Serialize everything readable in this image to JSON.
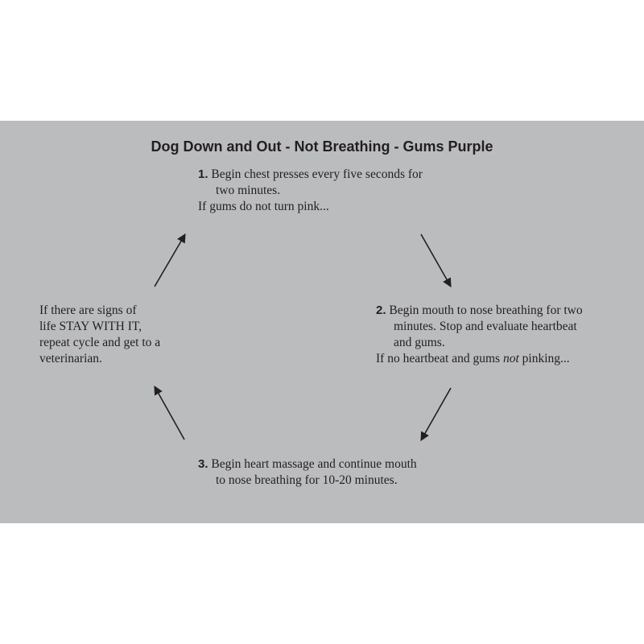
{
  "title": "Dog Down and Out - Not Breathing - Gums Purple",
  "steps": [
    {
      "number": "1.",
      "line1": "Begin chest presses every five seconds for",
      "line2": "two minutes.",
      "condition": "If gums do not turn pink..."
    },
    {
      "number": "2.",
      "line1": "Begin mouth to nose breathing for two",
      "line2": "minutes. Stop and evaluate heartbeat",
      "line3": "and gums.",
      "condition_pre": "If no heartbeat and gums ",
      "condition_emph": "not",
      "condition_post": " pinking..."
    },
    {
      "number": "3.",
      "line1": "Begin heart massage and continue mouth",
      "line2": "to nose breathing for 10-20 minutes."
    }
  ],
  "loop_note": {
    "line1": "If there are signs of",
    "line2": "life STAY WITH IT,",
    "line3": "repeat cycle and get to a",
    "line4": "veterinarian."
  },
  "colors": {
    "panel_bg": "#bbbcbe",
    "text": "#231f20",
    "arrow": "#231f20"
  }
}
